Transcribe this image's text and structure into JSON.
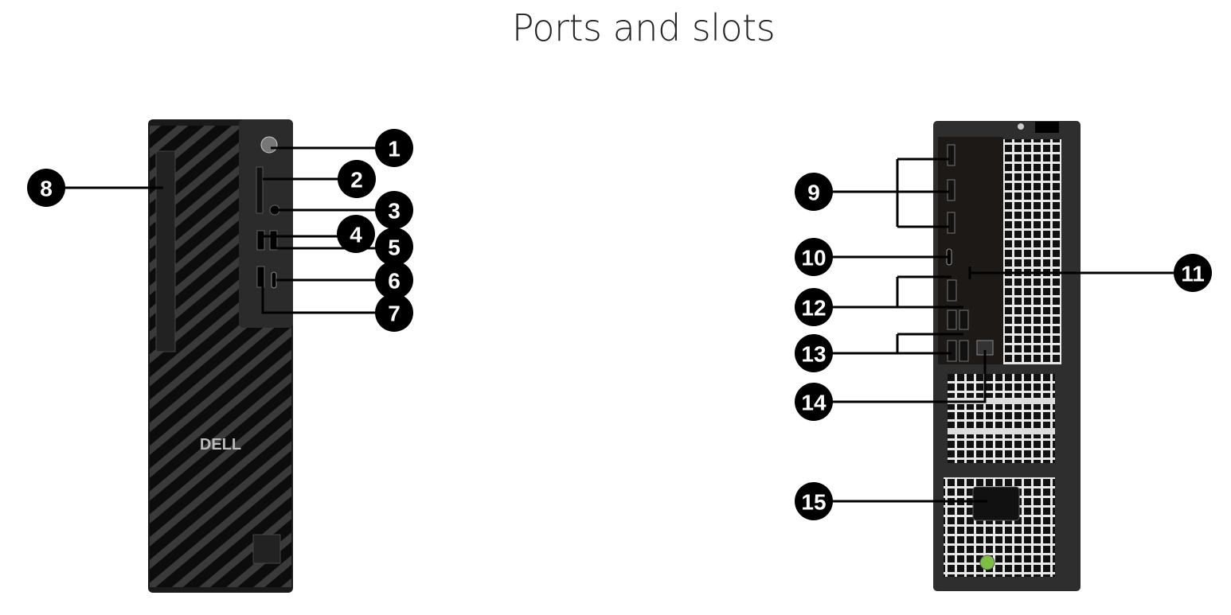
{
  "title": "Ports and slots",
  "front_view": {
    "logo": "DELL",
    "callouts": [
      "1",
      "2",
      "3",
      "4",
      "5",
      "6",
      "7",
      "8"
    ]
  },
  "rear_view": {
    "callouts": [
      "9",
      "10",
      "11",
      "12",
      "13",
      "14",
      "15"
    ]
  },
  "colors": {
    "chassis": "#1c1c1c",
    "callout": "#000000",
    "background": "#ffffff"
  }
}
